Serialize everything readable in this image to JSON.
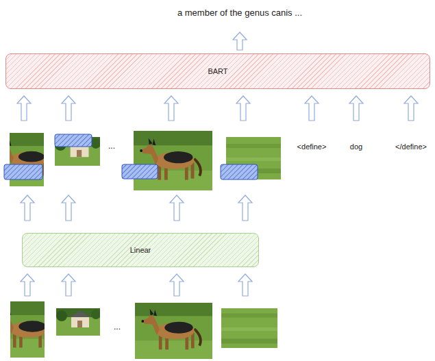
{
  "diagram": {
    "nodes": [
      {
        "text": [
          "BART"
        ]
      },
      {
        "text": [
          "Linear"
        ]
      }
    ],
    "labels": [
      "a member of the genus canis ...",
      "...",
      "<define>",
      "dog",
      "</define>",
      "..."
    ]
  }
}
